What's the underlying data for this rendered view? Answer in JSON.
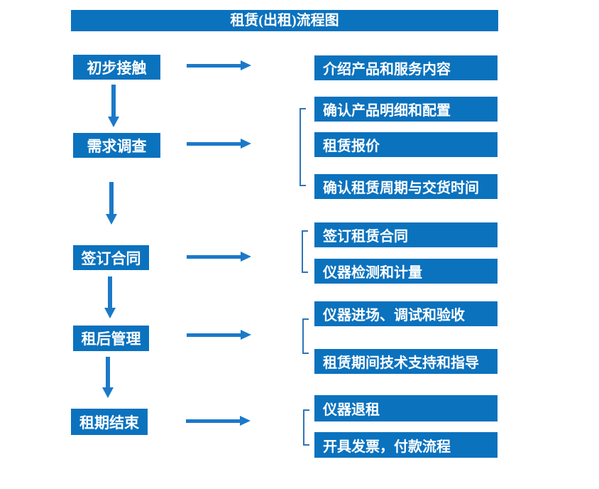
{
  "flow": {
    "title": "租赁(出租)流程图",
    "steps": [
      {
        "label": "初步接触",
        "details": [
          "介绍产品和服务内容"
        ]
      },
      {
        "label": "需求调查",
        "details": [
          "确认产品明细和配置",
          "租赁报价",
          "确认租赁周期与交货时间"
        ]
      },
      {
        "label": "签订合同",
        "details": [
          "签订租赁合同",
          "仪器检测和计量"
        ]
      },
      {
        "label": "租后管理",
        "details": [
          "仪器进场、调试和验收",
          "租赁期间技术支持和指导"
        ]
      },
      {
        "label": "租期结束",
        "details": [
          "仪器退租",
          "开具发票，付款流程"
        ]
      }
    ]
  },
  "colors": {
    "box_fill": "#0B72BE",
    "arrow_fill": "#1B79C8",
    "bracket_stroke": "#2E75B6",
    "box_text": "#FFFFFF",
    "background": "#FFFFFF"
  }
}
